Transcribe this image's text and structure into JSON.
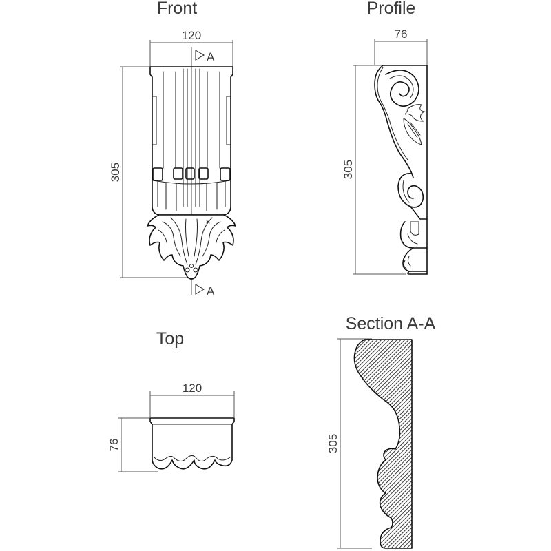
{
  "views": {
    "front": {
      "title": "Front",
      "width_dim": "120",
      "height_dim": "305",
      "section_marker_top": "A",
      "section_marker_bottom": "A"
    },
    "profile": {
      "title": "Profile",
      "width_dim": "76",
      "height_dim": "305"
    },
    "top": {
      "title": "Top",
      "width_dim": "120",
      "depth_dim": "76"
    },
    "section": {
      "title": "Section A-A",
      "height_dim": "305"
    }
  },
  "colors": {
    "line": "#111111",
    "dimension": "#555555",
    "text": "#3a3a3a",
    "hatch": "#222222"
  }
}
